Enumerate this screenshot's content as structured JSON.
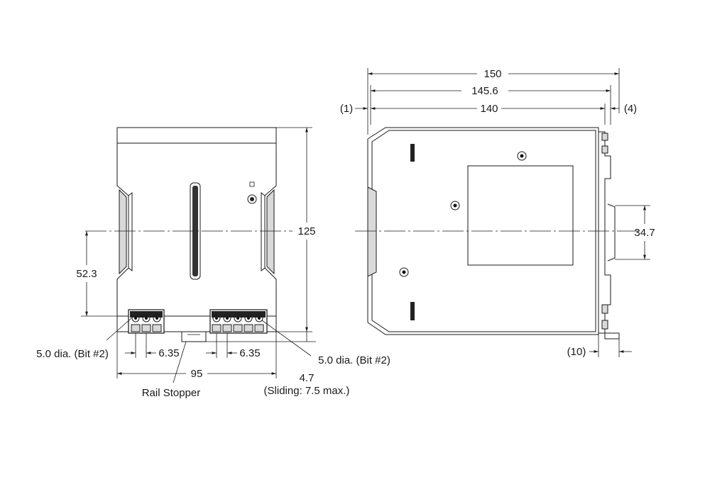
{
  "labels": {
    "dim_150": "150",
    "dim_145_6": "145.6",
    "dim_140": "140",
    "dim_1": "(1)",
    "dim_4": "(4)",
    "dim_125": "125",
    "dim_52_3": "52.3",
    "dim_34_7": "34.7",
    "dim_95": "95",
    "dim_6_35_left": "6.35",
    "dim_6_35_right": "6.35",
    "dim_10": "(10)",
    "dim_4_7": "4.7",
    "sliding": "(Sliding: 7.5 max.)",
    "hole_left": "5.0 dia. (Bit #2)",
    "hole_right": "5.0 dia. (Bit #2)",
    "rail_stopper": "Rail Stopper"
  }
}
